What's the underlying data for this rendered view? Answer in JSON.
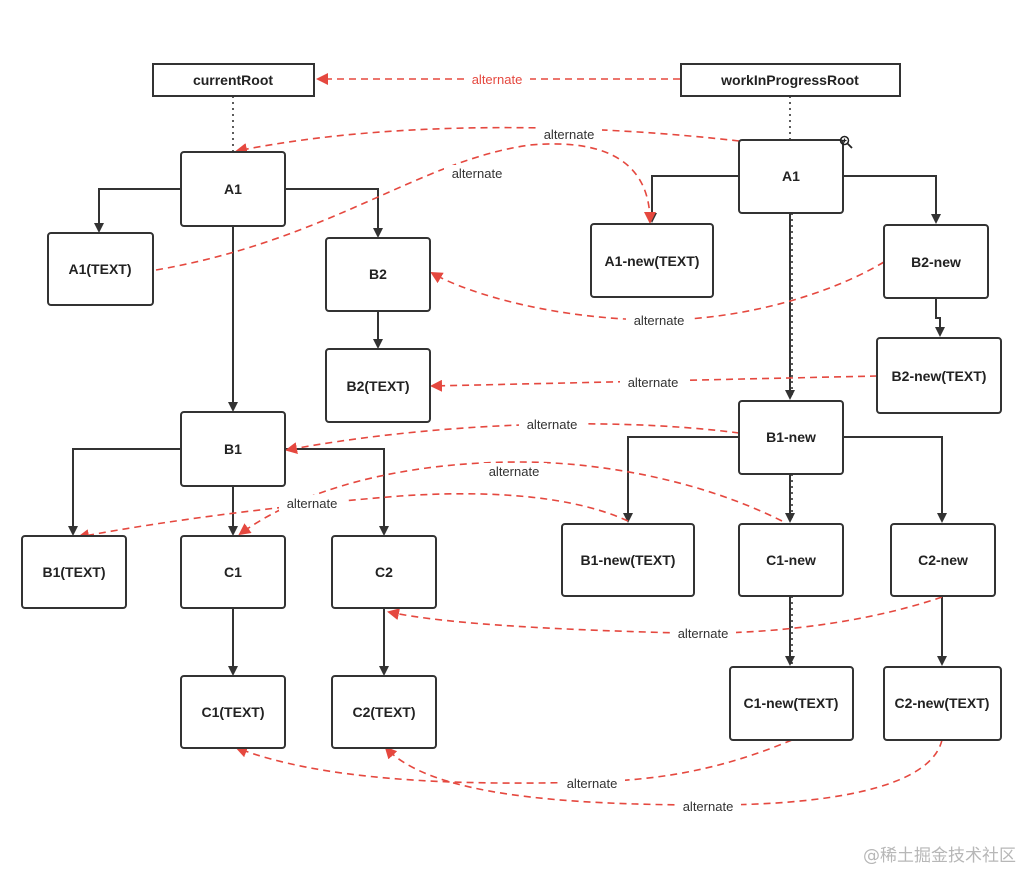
{
  "colors": {
    "alternate": "#e5483f",
    "edge": "#333333",
    "watermark": "#b7b7b7"
  },
  "roots": {
    "current": "currentRoot",
    "work_in_progress": "workInProgressRoot"
  },
  "current_tree": {
    "a1": "A1",
    "a1_text": "A1(TEXT)",
    "b2": "B2",
    "b2_text": "B2(TEXT)",
    "b1": "B1",
    "b1_text": "B1(TEXT)",
    "c1": "C1",
    "c2": "C2",
    "c1_text": "C1(TEXT)",
    "c2_text": "C2(TEXT)"
  },
  "wip_tree": {
    "a1": "A1",
    "a1_new_text": "A1-new(TEXT)",
    "b2_new": "B2-new",
    "b2_new_text": "B2-new(TEXT)",
    "b1_new": "B1-new",
    "b1_new_text": "B1-new(TEXT)",
    "c1_new": "C1-new",
    "c2_new": "C2-new",
    "c1_new_text": "C1-new(TEXT)",
    "c2_new_text": "C2-new(TEXT)"
  },
  "alternate_label": "alternate",
  "zoom_icon": "zoom-in-icon",
  "watermark": "@稀土掘金技术社区"
}
